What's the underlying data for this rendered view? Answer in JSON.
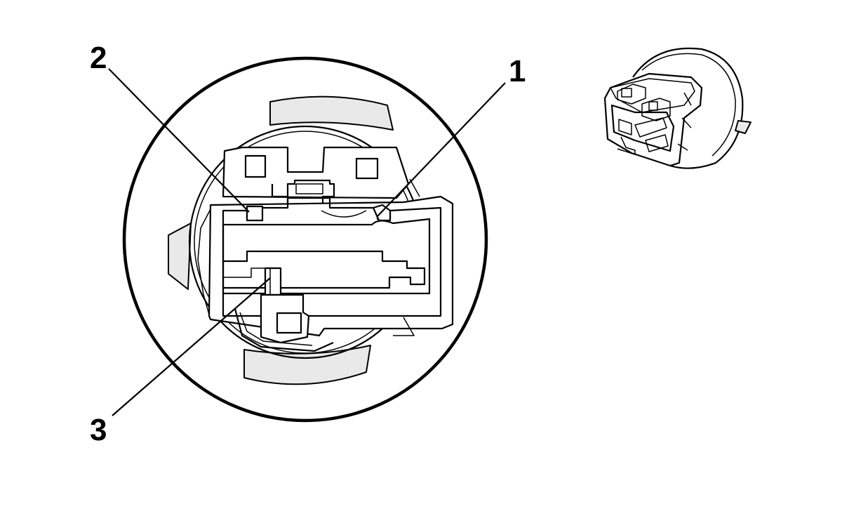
{
  "callouts": [
    {
      "id": "1",
      "label": "1"
    },
    {
      "id": "2",
      "label": "2"
    },
    {
      "id": "3",
      "label": "3"
    }
  ],
  "colors": {
    "line": "#000000",
    "shade": "#e9e9e9",
    "background": "#ffffff"
  }
}
